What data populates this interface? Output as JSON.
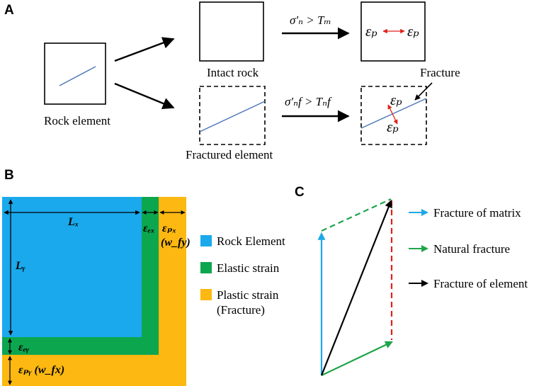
{
  "panelA": {
    "letter": "A",
    "rock_element_label": "Rock element",
    "intact_rock_label": "Intact rock",
    "fractured_element_label": "Fractured element",
    "fracture_label": "Fracture",
    "condition_top": "σ′ₙ > Tₘ",
    "condition_bottom": "σ′ₙf > Tₙf",
    "eps_p": "εₚ"
  },
  "panelB": {
    "letter": "B",
    "Lx": "Lₓ",
    "Ly": "Lᵧ",
    "eps_ex": "εₑₓ",
    "eps_px": "εₚₓ",
    "wfy": "(w_fy)",
    "eps_ey": "εₑᵧ",
    "eps_py": "εₚᵧ (w_fx)",
    "legend": [
      {
        "label": "Rock Element",
        "color": "#1aa9ec"
      },
      {
        "label": "Elastic strain",
        "color": "#0ca64f"
      },
      {
        "label": "Plastic strain",
        "color": "#fdb811"
      },
      {
        "label": "(Fracture)",
        "color": ""
      }
    ]
  },
  "panelC": {
    "letter": "C",
    "legend": [
      {
        "label": "Fracture of matrix",
        "color": "#1ea7e9"
      },
      {
        "label": "Natural fracture",
        "color": "#1fa54a"
      },
      {
        "label": "Fracture of element",
        "color": "#000000"
      }
    ],
    "dashed_colors": {
      "green": "#1fa54a",
      "red": "#e0201b"
    }
  },
  "colors": {
    "rock_line": "#4a74b8",
    "strain_arrow": "#e0201b"
  }
}
